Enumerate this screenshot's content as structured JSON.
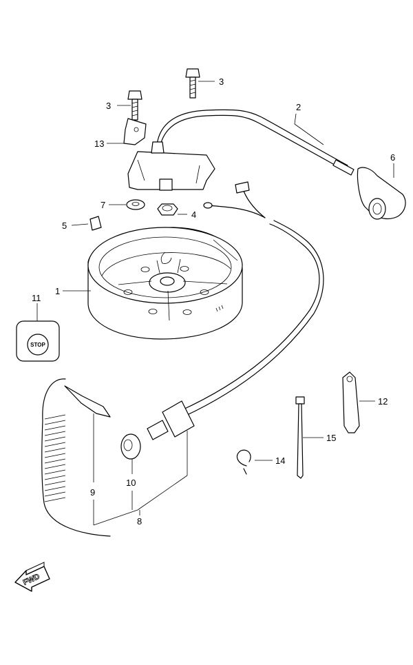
{
  "callouts": {
    "c1": "1",
    "c2": "2",
    "c3a": "3",
    "c3b": "3",
    "c4": "4",
    "c5": "5",
    "c6": "6",
    "c7": "7",
    "c8": "8",
    "c9": "9",
    "c10": "10",
    "c11": "11",
    "c12": "12",
    "c13": "13",
    "c14": "14",
    "c15": "15"
  },
  "stop_switch_label": "STOP",
  "fwd_label": "FWD"
}
